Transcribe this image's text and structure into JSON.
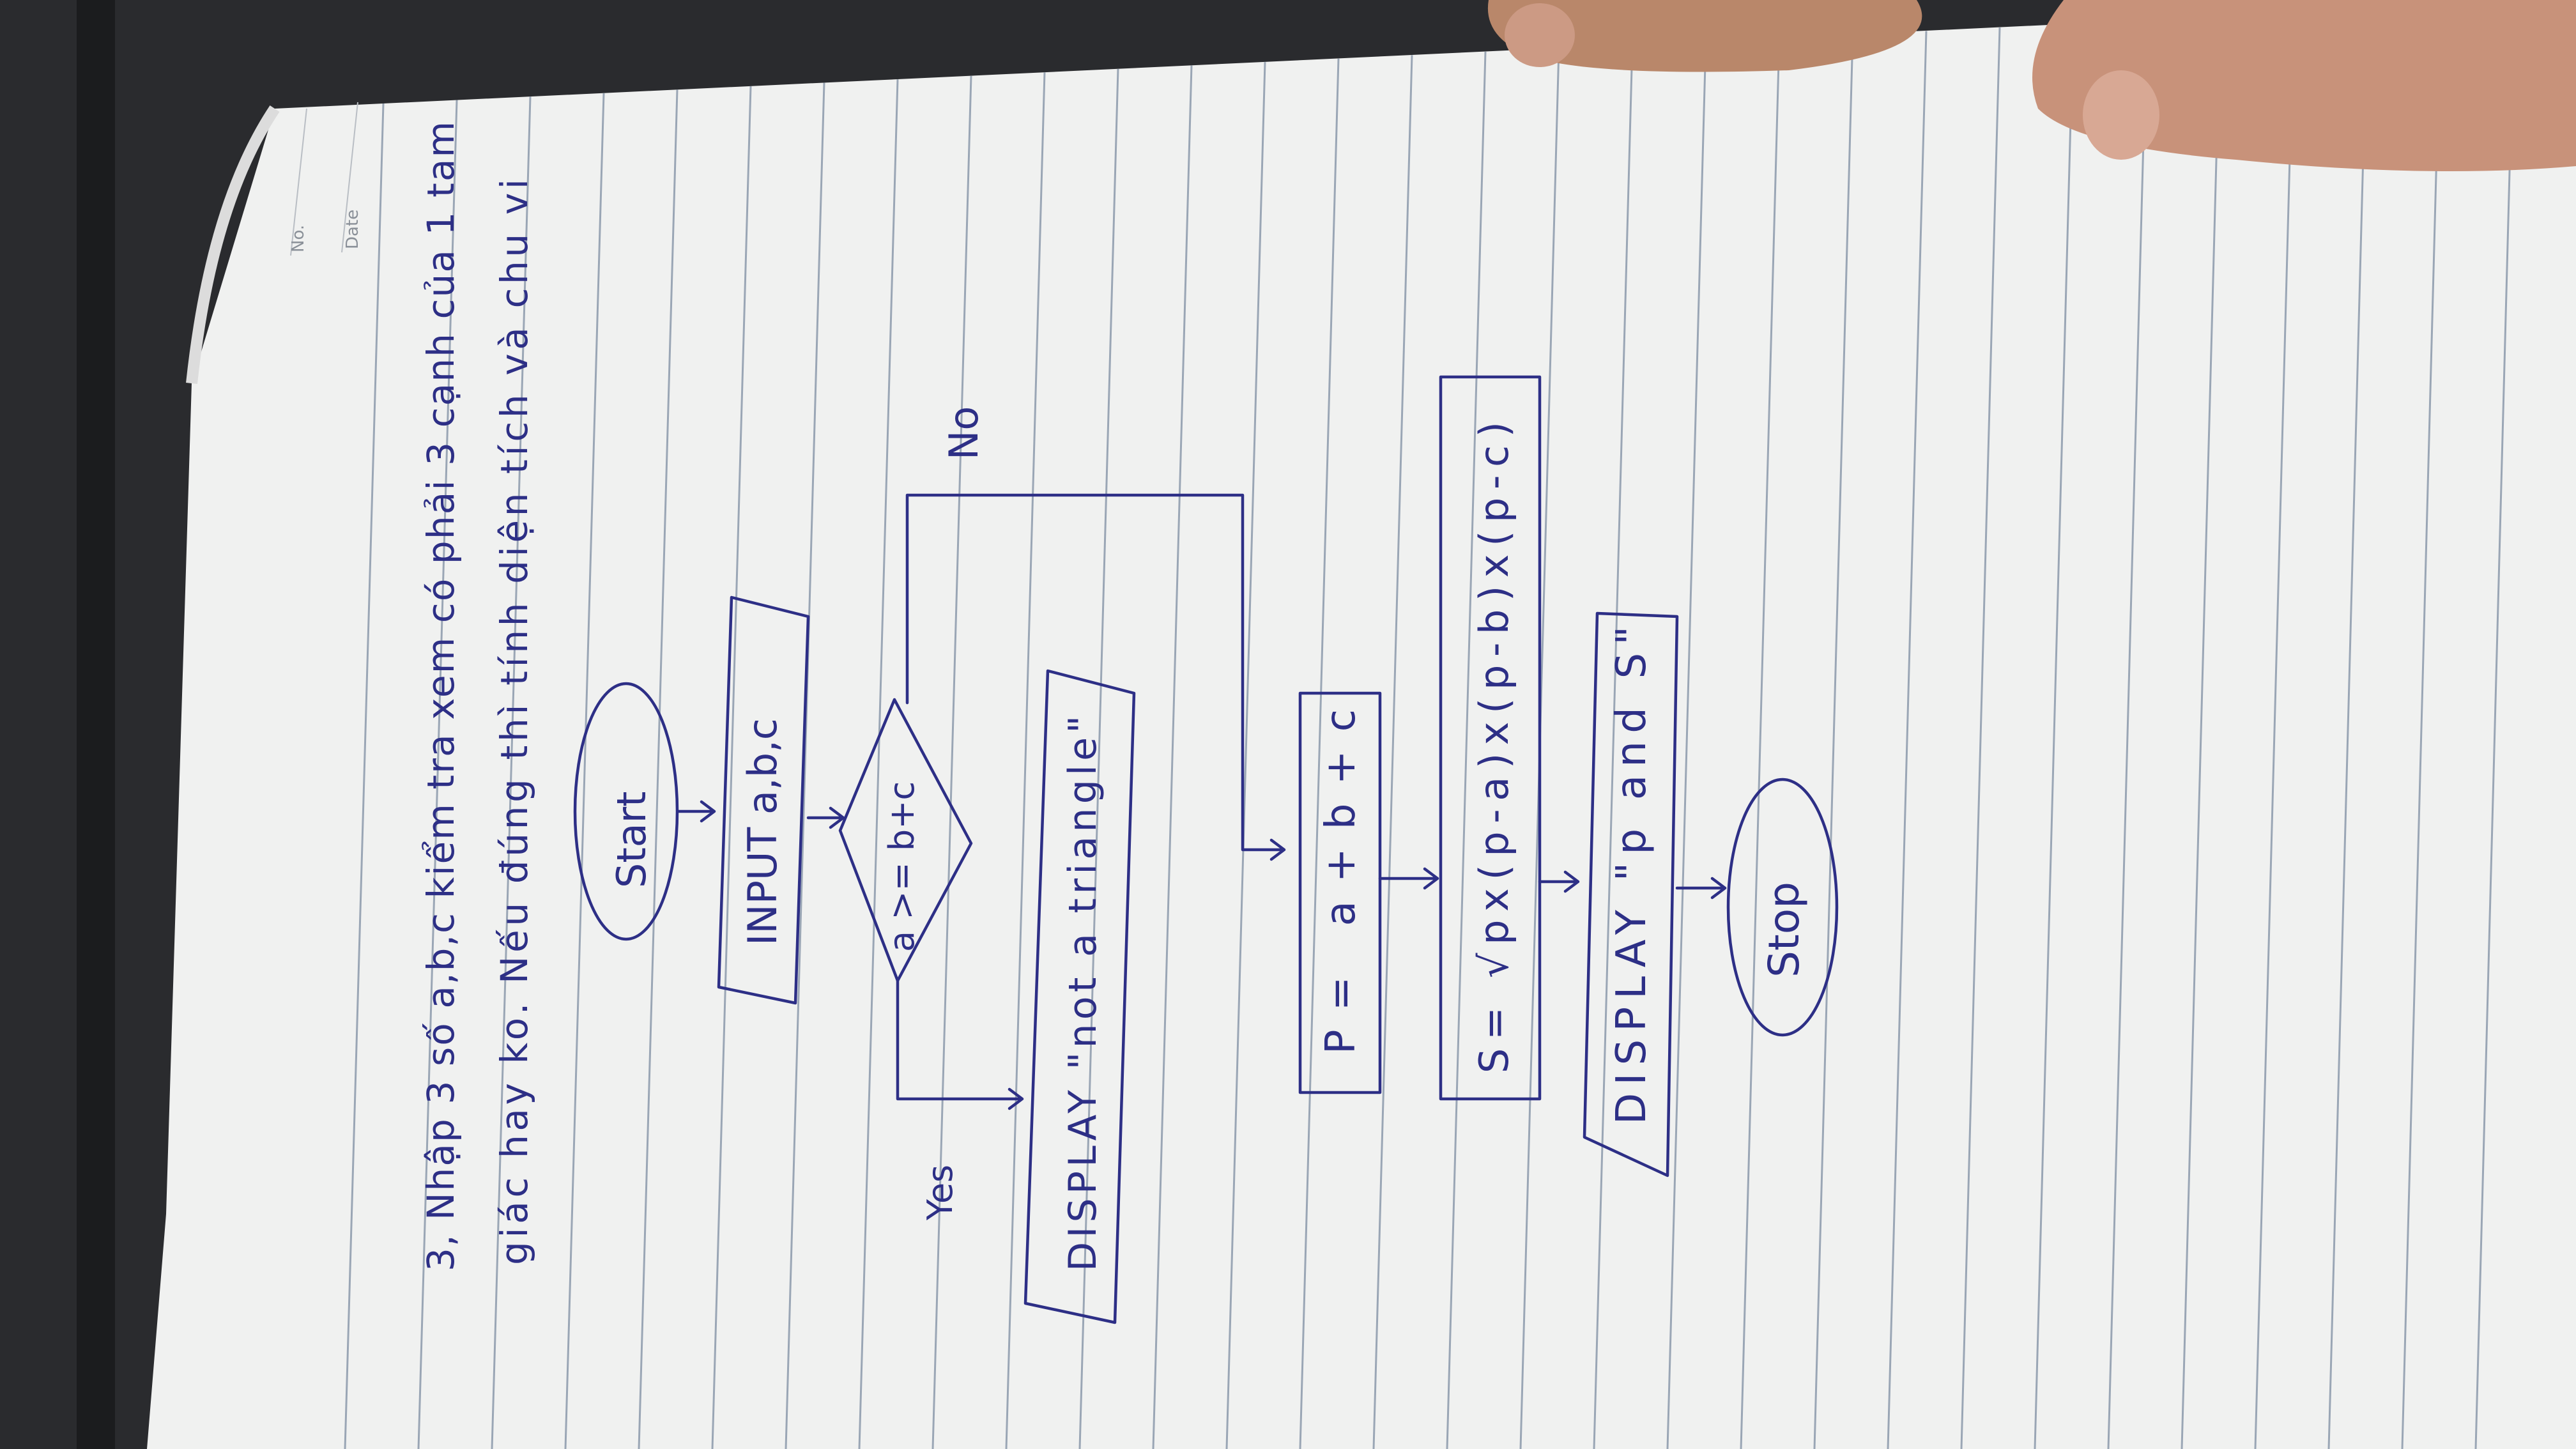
{
  "notebook": {
    "header_fields": [
      "No.",
      "Date"
    ]
  },
  "problem": {
    "line1": "3, Nhập 3 số a,b,c kiểm tra xem có phải 3 cạnh của 1 tam",
    "line2": "giác hay ko. Nếu đúng thì tính diện tích và chu vi"
  },
  "flowchart": {
    "start": "Start",
    "input": "INPUT a,b,c",
    "condition": "a >= b+c",
    "yes_label": "Yes",
    "no_label": "No",
    "display_not": "DISPLAY \"not a triangle\"",
    "perimeter": "P= a+b+c",
    "area": "S= √px(p-a)x(p-b)x(p-c)",
    "display_result": "DISPLAY \"p and S\"",
    "stop": "Stop"
  },
  "colors": {
    "ink": "#2d2f86",
    "paper": "#f2f2f2",
    "rule": "#9aa6b5",
    "background": "#2a2b2e"
  }
}
